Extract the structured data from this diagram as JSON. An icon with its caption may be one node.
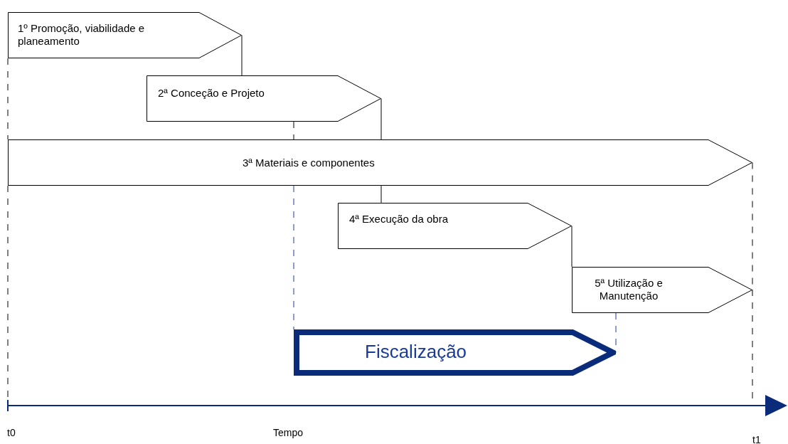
{
  "diagram": {
    "nodes": [
      {
        "text": [
          "1º Promoção, viabilidade e planeamento"
        ]
      },
      {
        "text": [
          "2ª Conceção e Projeto"
        ]
      },
      {
        "text": [
          "3ª Materiais e componentes"
        ]
      },
      {
        "text": [
          "4ª Execução da obra"
        ]
      },
      {
        "text": [
          "5ª Utilização e Manutenção"
        ]
      },
      {
        "text": [
          "Fiscalização"
        ]
      }
    ],
    "edges": [
      {
        "from": 0,
        "to": 1,
        "arrow": "none"
      },
      {
        "from": 1,
        "to": 2,
        "arrow": "none",
        "style": "dashed"
      },
      {
        "from": 1,
        "to": 2,
        "arrow": "none"
      },
      {
        "from": 0,
        "to": 2,
        "arrow": "none",
        "style": "dashed"
      },
      {
        "from": 2,
        "to": 3,
        "arrow": "none"
      },
      {
        "from": 3,
        "to": 4,
        "arrow": "none"
      },
      {
        "from": 2,
        "to": 5,
        "arrow": "none",
        "style": "dashed",
        "color": "#1a3a9a"
      },
      {
        "from": 4,
        "to": 5,
        "arrow": "none",
        "style": "dashed",
        "color": "#1a3a9a"
      },
      {
        "from": 2,
        "to": 4,
        "arrow": "none",
        "style": "dashed"
      }
    ],
    "labels": [
      "t0",
      "Tempo",
      "t1"
    ]
  }
}
